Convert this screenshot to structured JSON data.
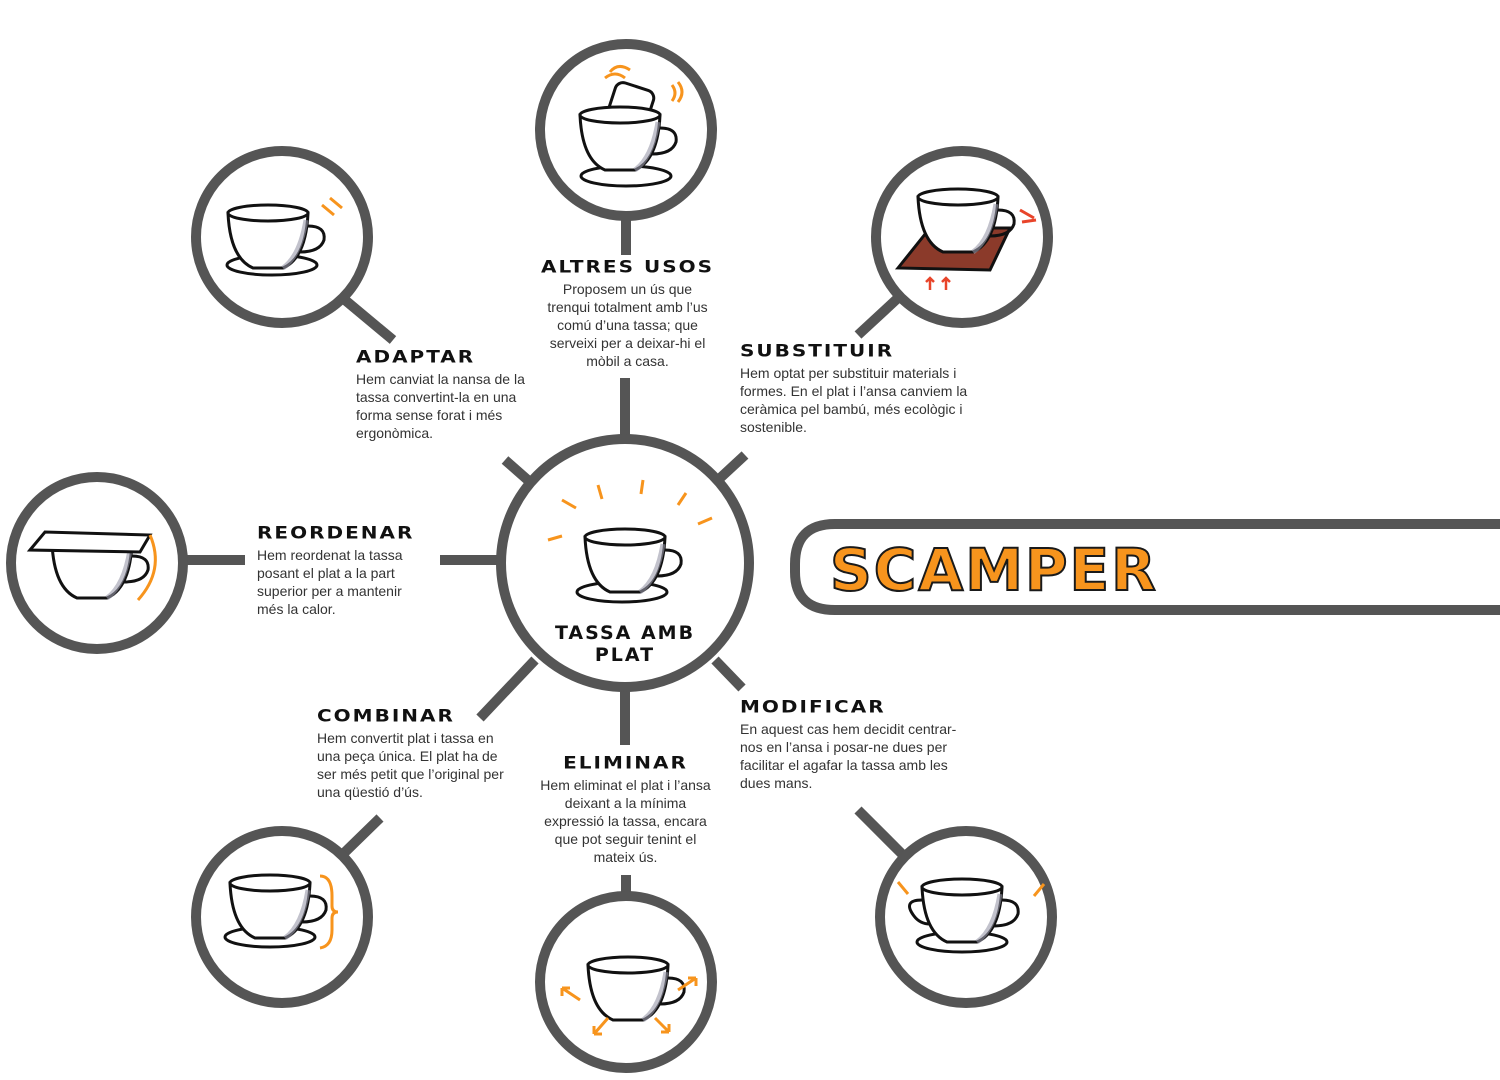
{
  "title": "SCAMPER",
  "center": {
    "label": "TASSA AMB PLAT"
  },
  "colors": {
    "ring": "#555555",
    "accent": "#f7941d",
    "wood": "#8b3a2a"
  },
  "nodes": {
    "altres_usos": {
      "heading": "ALTRES USOS",
      "text": "Proposem un ús que trenqui totalment amb l’us comú d’una tassa; que serveixi per a deixar-hi el mòbil a casa."
    },
    "adaptar": {
      "heading": "ADAPTAR",
      "text": "Hem canviat la nansa de la tassa convertint-la en una forma sense forat i més ergonòmica."
    },
    "substituir": {
      "heading": "SUBSTITUIR",
      "text": "Hem optat per substituir materials i formes. En el plat i l’ansa canviem la ceràmica pel bambú, més ecològic i sostenible."
    },
    "reordenar": {
      "heading": "REORDENAR",
      "text": "Hem reordenat la tassa posant el plat a la part superior per a mantenir més la calor."
    },
    "combinar": {
      "heading": "COMBINAR",
      "text": "Hem convertit plat i tassa en una peça única. El plat ha de ser més petit que l’original per una qüestió d’ús."
    },
    "eliminar": {
      "heading": "ELIMINAR",
      "text": "Hem eliminat el plat i l’ansa deixant a la mínima expressió la tassa, encara que pot seguir tenint el mateix ús."
    },
    "modificar": {
      "heading": "MODIFICAR",
      "text": "En aquest cas hem decidit centrar-nos en l’ansa i posar-ne dues per facilitar el agafar la tassa amb les dues mans."
    }
  }
}
